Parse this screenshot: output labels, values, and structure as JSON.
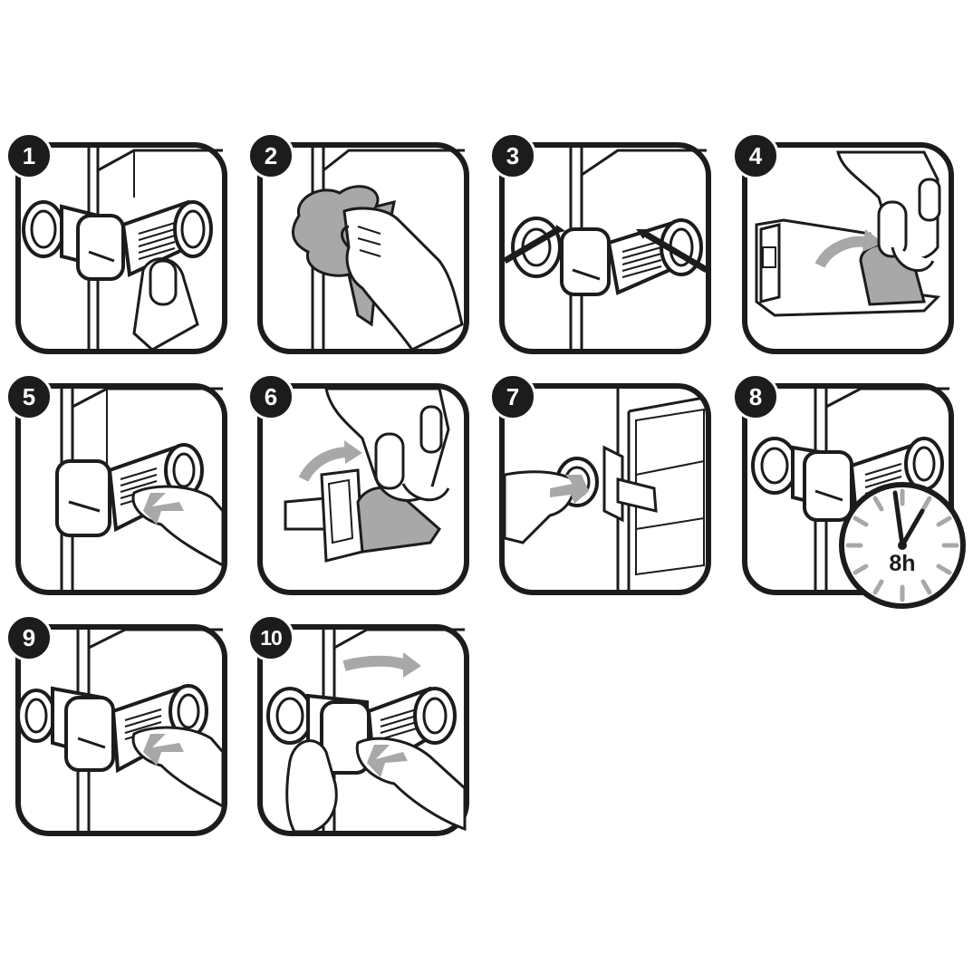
{
  "steps": [
    {
      "number": "1"
    },
    {
      "number": "2"
    },
    {
      "number": "3"
    },
    {
      "number": "4"
    },
    {
      "number": "5"
    },
    {
      "number": "6"
    },
    {
      "number": "7"
    },
    {
      "number": "8"
    },
    {
      "number": "9"
    },
    {
      "number": "10"
    }
  ],
  "clock": {
    "label": "8h"
  },
  "colors": {
    "outline": "#1c1c1c",
    "accent_gray": "#a8a8a8",
    "background": "#ffffff"
  }
}
